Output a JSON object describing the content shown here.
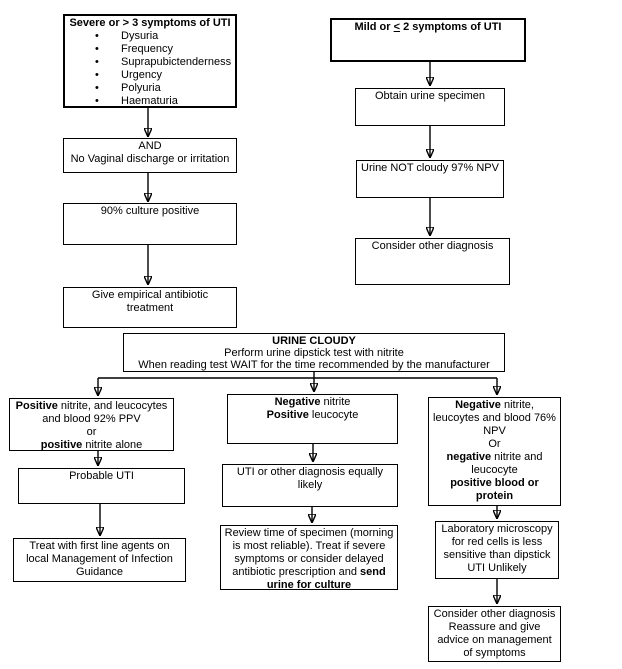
{
  "colors": {
    "border": "#000000",
    "background": "#ffffff",
    "text": "#000000"
  },
  "boxes": {
    "severe": {
      "title": "Severe or > 3 symptoms of UTI",
      "bullet_glyph": "•",
      "bullets": [
        "Dysuria",
        "Frequency",
        "Suprapubictenderness",
        "Urgency",
        "Polyuria",
        "Haematuria"
      ]
    },
    "and": {
      "l1": "AND",
      "l2": "No Vaginal discharge or irritation"
    },
    "culture": {
      "text": "90% culture positive"
    },
    "empirical": {
      "l1": "Give empirical antibiotic",
      "l2": "treatment"
    },
    "mild": {
      "pre": "Mild or ",
      "leq": "<",
      "post": " 2 symptoms of UTI"
    },
    "obtain": {
      "text": "Obtain urine specimen"
    },
    "not_cloudy": {
      "text": "Urine NOT cloudy 97% NPV"
    },
    "consider_right": {
      "text": "Consider other diagnosis"
    },
    "cloudy": {
      "l1": "URINE CLOUDY",
      "l2": "Perform urine dipstick test with nitrite",
      "l3": "When reading test WAIT for the time recommended by the manufacturer"
    },
    "branch_left": {
      "l1b": "Positive",
      "l1r": " nitrite, and leucocytes",
      "l2": "and blood 92% PPV",
      "l3": "or",
      "l4b": "positive",
      "l4r": " nitrite alone"
    },
    "branch_mid": {
      "l1b": "Negative",
      "l1r": " nitrite",
      "l2b": "Positive",
      "l2r": " leucocyte"
    },
    "branch_right": {
      "l1b": "Negative",
      "l1r": " nitrite,",
      "l2": "leucoytes and blood 76%",
      "l3": "NPV",
      "l4": "Or",
      "l5b": "negative",
      "l5r": " nitrite and",
      "l6": "leucocyte",
      "l7b": "positive blood or",
      "l8b": "protein"
    },
    "probable": {
      "text": "Probable UTI"
    },
    "treat": {
      "l1": "Treat with first line agents on",
      "l2": "local Management of Infection",
      "l3": "Guidance"
    },
    "uti_other": {
      "l1": "UTI or other diagnosis equally",
      "l2": "likely"
    },
    "review": {
      "l1": "Review time of specimen (morning",
      "l2": "is most reliable). Treat if severe",
      "l3": "symptoms or consider delayed",
      "l4r": "antibiotic prescription and ",
      "l4b": "send",
      "l5b": "urine for culture"
    },
    "lab": {
      "l1": "Laboratory microscopy",
      "l2": "for red cells is less",
      "l3": "sensitive than dipstick",
      "l4": "UTI Unlikely"
    },
    "consider_bottom": {
      "l1": "Consider other diagnosis",
      "l2": "Reassure and give",
      "l3": "advice on management",
      "l4": "of symptoms"
    }
  }
}
